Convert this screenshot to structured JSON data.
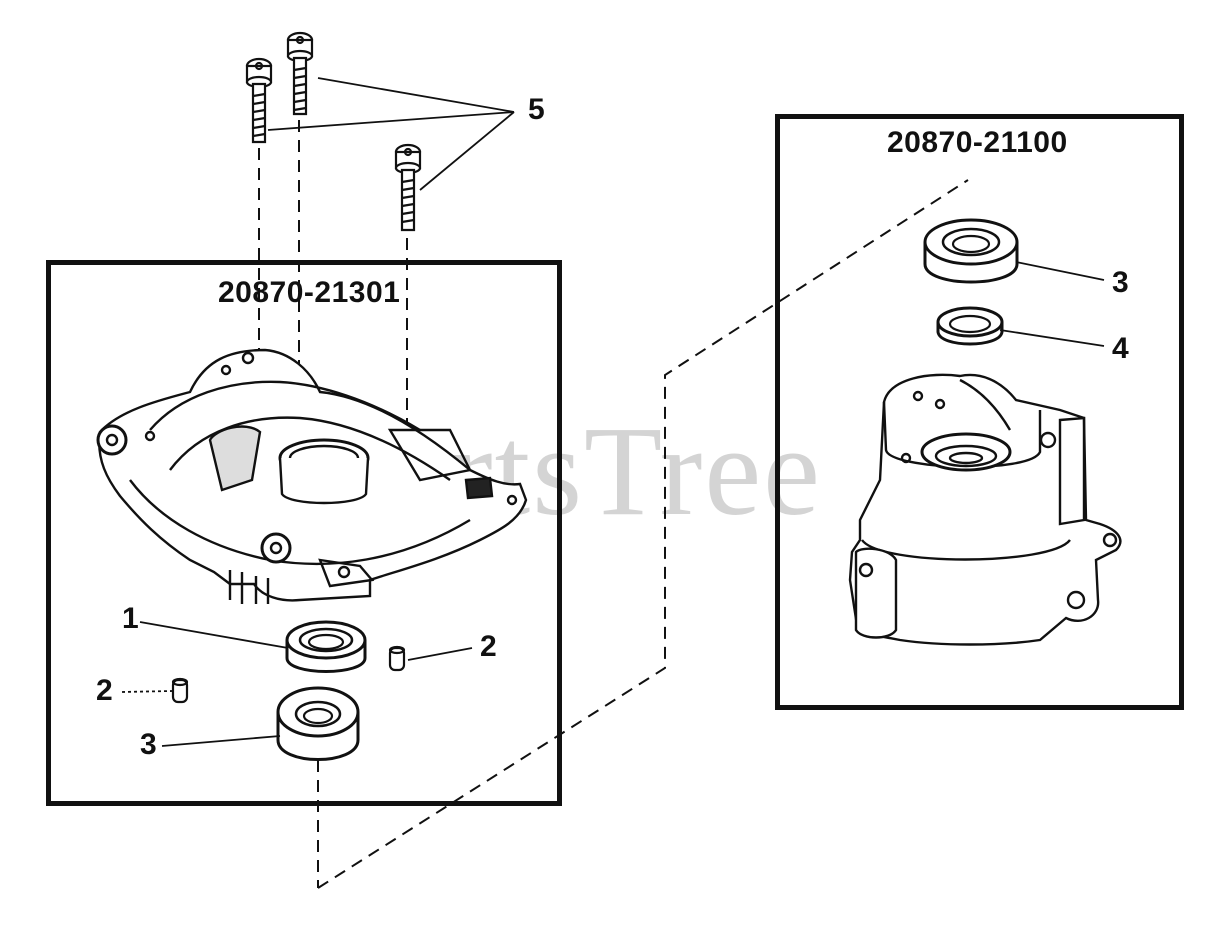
{
  "assemblies": {
    "left": {
      "part_number": "20870-21301"
    },
    "right": {
      "part_number": "20870-21100"
    }
  },
  "callouts": {
    "bolts": "5",
    "left_bearing_top": "1",
    "left_pin_right": "2",
    "left_pin_left": "2",
    "left_bearing_bottom": "3",
    "right_bearing": "3",
    "right_seal": "4"
  },
  "watermark": "PartsTree",
  "colors": {
    "line": "#111111",
    "watermark": "#a0a0a0",
    "background": "#ffffff"
  }
}
